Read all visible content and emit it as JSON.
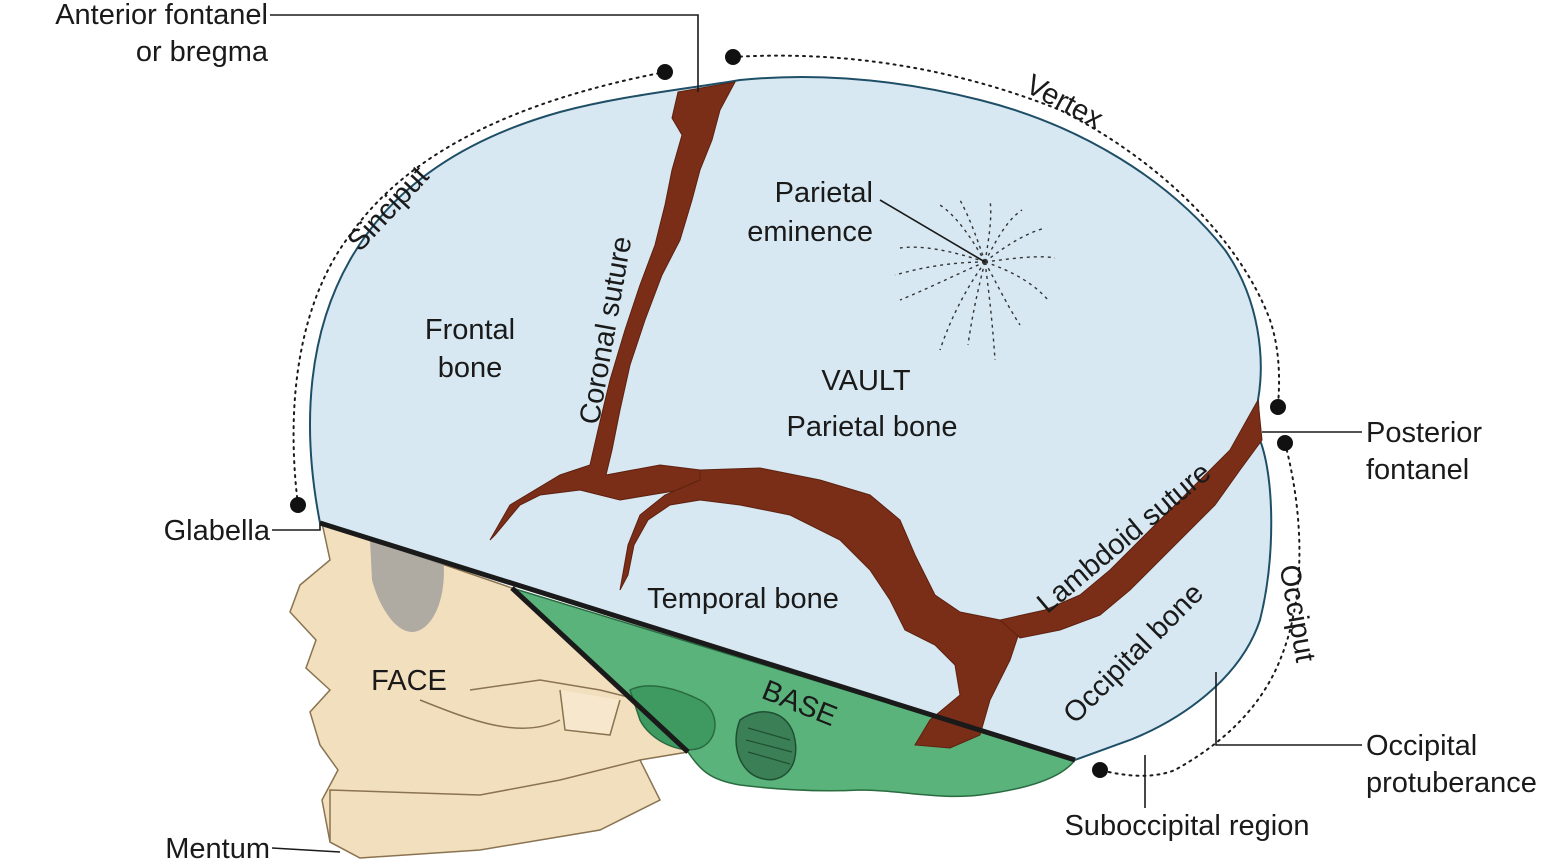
{
  "labels": {
    "anterior_fontanel_line1": "Anterior fontanel",
    "anterior_fontanel_line2": "or bregma",
    "vertex": "Vertex",
    "sinciput": "Sinciput",
    "parietal_eminence_line1": "Parietal",
    "parietal_eminence_line2": "eminence",
    "frontal_bone_line1": "Frontal",
    "frontal_bone_line2": "bone",
    "coronal_suture": "Coronal suture",
    "vault": "VAULT",
    "parietal_bone": "Parietal bone",
    "posterior_fontanel_line1": "Posterior",
    "posterior_fontanel_line2": "fontanel",
    "lambdoid_suture": "Lambdoid suture",
    "glabella": "Glabella",
    "temporal_bone": "Temporal bone",
    "occiput": "Occiput",
    "occipital_bone": "Occipital bone",
    "face": "FACE",
    "base": "BASE",
    "occipital_protuberance_line1": "Occipital",
    "occipital_protuberance_line2": "protuberance",
    "suboccipital_region": "Suboccipital region",
    "mentum": "Mentum"
  },
  "colors": {
    "vault": "#d7e8f2",
    "suture": "#7a2e17",
    "base": "#59b37a",
    "face": "#f2dfbd",
    "outline": "#1f4f66"
  }
}
